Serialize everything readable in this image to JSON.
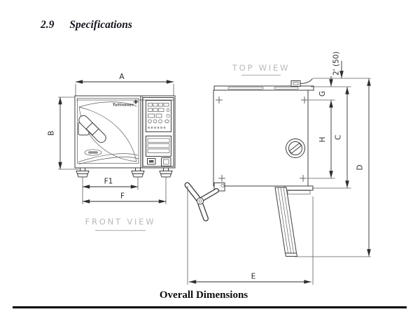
{
  "heading": {
    "number": "2.9",
    "title": "Specifications"
  },
  "caption": "Overall Dimensions",
  "front_view": {
    "label": "FRONT VIEW",
    "brand": "Tuttnauer",
    "dims": {
      "width": "A",
      "height": "B",
      "feet_inner": "F1",
      "feet_outer": "F"
    }
  },
  "top_view": {
    "label": "TOP WIEW",
    "dims": {
      "cord": "2' (50)",
      "back_gap": "G",
      "inner_depth": "H",
      "body_depth": "C",
      "overall_depth": "D",
      "overall_width": "E"
    }
  },
  "colors": {
    "line": "#3d3d3d",
    "dim_text": "#2c2c2c",
    "view_label": "#b9b9b9",
    "heading_text": "#14141d",
    "footer_rule": "#000000",
    "background": "#ffffff"
  }
}
